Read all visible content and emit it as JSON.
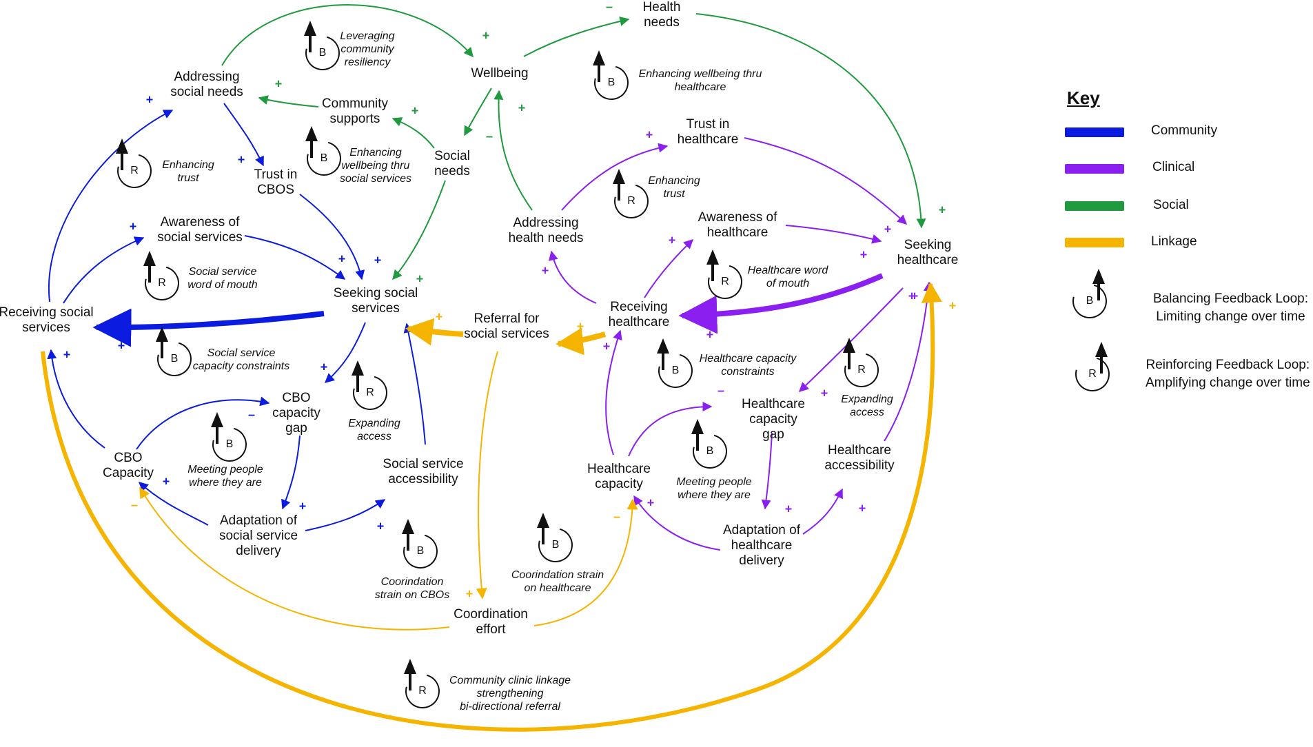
{
  "colors": {
    "community": "#0b1be0",
    "clinical": "#8a1ff0",
    "social": "#1f9a3f",
    "linkage": "#f5b400",
    "ink": "#111111"
  },
  "nodes": {
    "health_needs": [
      "Health",
      "needs"
    ],
    "wellbeing": [
      "Wellbeing"
    ],
    "addressing_social_needs": [
      "Addressing",
      "social needs"
    ],
    "community_supports": [
      "Community",
      "supports"
    ],
    "social_needs": [
      "Social",
      "needs"
    ],
    "trust_in_cbos": [
      "Trust in",
      "CBOS"
    ],
    "awareness_social_services": [
      "Awareness of",
      "social services"
    ],
    "seeking_social_services": [
      "Seeking social",
      "services"
    ],
    "receiving_social_services": [
      "Receiving social",
      "services"
    ],
    "referral": [
      "Referral for",
      "social services"
    ],
    "cbo_capacity_gap": [
      "CBO",
      "capacity",
      "gap"
    ],
    "cbo_capacity": [
      "CBO",
      "Capacity"
    ],
    "adaptation_social": [
      "Adaptation of",
      "social service",
      "delivery"
    ],
    "social_service_accessibility": [
      "Social service",
      "accessibility"
    ],
    "coordination_effort": [
      "Coordination",
      "effort"
    ],
    "trust_in_healthcare": [
      "Trust in",
      "healthcare"
    ],
    "addressing_health_needs": [
      "Addressing",
      "health needs"
    ],
    "awareness_healthcare": [
      "Awareness of",
      "healthcare"
    ],
    "seeking_healthcare": [
      "Seeking",
      "healthcare"
    ],
    "receiving_healthcare": [
      "Receiving",
      "healthcare"
    ],
    "healthcare_capacity_gap": [
      "Healthcare",
      "capacity",
      "gap"
    ],
    "healthcare_capacity": [
      "Healthcare",
      "capacity"
    ],
    "healthcare_accessibility": [
      "Healthcare",
      "accessibility"
    ],
    "adaptation_healthcare": [
      "Adaptation of",
      "healthcare",
      "delivery"
    ]
  },
  "loops": [
    {
      "id": "leveraging",
      "type": "B",
      "label": [
        "Leveraging",
        "community",
        "resiliency"
      ]
    },
    {
      "id": "enh_wb_health",
      "type": "B",
      "label": [
        "Enhancing wellbeing thru",
        "healthcare"
      ]
    },
    {
      "id": "enh_trust_soc",
      "type": "R",
      "label": [
        "Enhancing",
        "trust"
      ]
    },
    {
      "id": "enh_wb_soc",
      "type": "B",
      "label": [
        "Enhancing",
        "wellbeing thru",
        "social services"
      ]
    },
    {
      "id": "enh_trust_hc",
      "type": "R",
      "label": [
        "Enhancing",
        "trust"
      ]
    },
    {
      "id": "ss_wom",
      "type": "R",
      "label": [
        "Social service",
        "word of mouth"
      ]
    },
    {
      "id": "hc_wom",
      "type": "R",
      "label": [
        "Healthcare word",
        "of mouth"
      ]
    },
    {
      "id": "ss_capacity",
      "type": "B",
      "label": [
        "Social service",
        "capacity constraints"
      ]
    },
    {
      "id": "hc_capacity",
      "type": "B",
      "label": [
        "Healthcare capacity",
        "constraints"
      ]
    },
    {
      "id": "exp_access_soc",
      "type": "R",
      "label": [
        "Expanding",
        "access"
      ]
    },
    {
      "id": "exp_access_hc",
      "type": "R",
      "label": [
        "Expanding",
        "access"
      ]
    },
    {
      "id": "meet_soc",
      "type": "B",
      "label": [
        "Meeting people",
        "where they are"
      ]
    },
    {
      "id": "meet_hc",
      "type": "B",
      "label": [
        "Meeting people",
        "where they are"
      ]
    },
    {
      "id": "strain_cbo",
      "type": "B",
      "label": [
        "Coorindation",
        "strain on CBOs"
      ]
    },
    {
      "id": "strain_hc",
      "type": "B",
      "label": [
        "Coorindation strain",
        "on healthcare"
      ]
    },
    {
      "id": "linkage",
      "type": "R",
      "label": [
        "Community clinic linkage",
        "strengthening",
        "bi-directional referral"
      ]
    }
  ],
  "key": {
    "title": "Key",
    "items": [
      {
        "label": "Community",
        "color": "#0b1be0"
      },
      {
        "label": "Clinical",
        "color": "#8a1ff0"
      },
      {
        "label": "Social",
        "color": "#1f9a3f"
      },
      {
        "label": "Linkage",
        "color": "#f5b400"
      }
    ],
    "balancing": {
      "letter": "B",
      "lines": [
        "Balancing Feedback Loop:",
        "Limiting change over time"
      ]
    },
    "reinforcing": {
      "letter": "R",
      "lines": [
        "Reinforcing Feedback Loop:",
        "Amplifying change over time"
      ]
    }
  },
  "signs": {
    "plus": "+",
    "minus": "–"
  }
}
